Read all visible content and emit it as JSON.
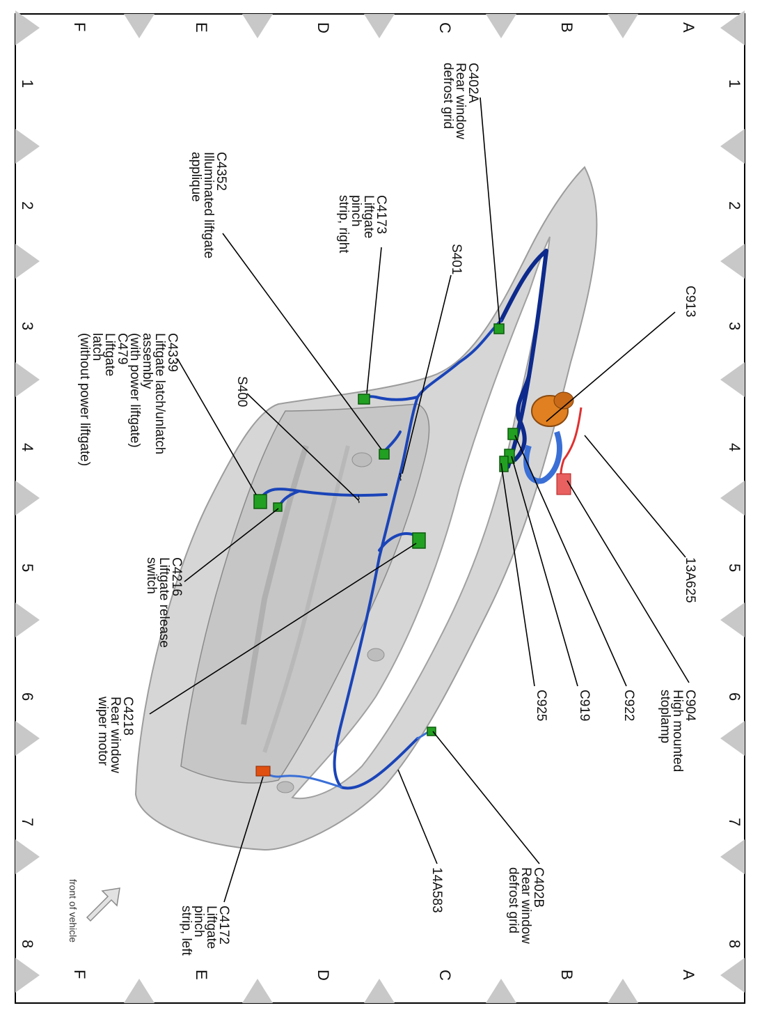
{
  "grid": {
    "rows": [
      "A",
      "B",
      "C",
      "D",
      "E",
      "F"
    ],
    "columns": [
      "1",
      "2",
      "3",
      "4",
      "5",
      "6",
      "7",
      "8"
    ]
  },
  "callouts": {
    "c402a": [
      "C402A",
      "Rear window",
      "defrost grid"
    ],
    "c913": [
      "C913"
    ],
    "s401": [
      "S401"
    ],
    "c4173": [
      "C4173",
      "Liftgate",
      "pinch",
      "strip, right"
    ],
    "c4352": [
      "C4352",
      "Illuminated liftgate",
      "applique"
    ],
    "s400": [
      "S400"
    ],
    "c4339": [
      "C4339",
      "Liftgate latch/unlatch",
      "assembly",
      "(with power liftgate)",
      "C479",
      "Liftgate",
      "latch",
      "(without power liftgate)"
    ],
    "c4216": [
      "C4216",
      "Liftgate release",
      "switch"
    ],
    "c4218": [
      "C4218",
      "Rear window",
      "wiper motor"
    ],
    "c4172": [
      "C4172",
      "Liftgate",
      "pinch",
      "strip, left"
    ],
    "h14a583": [
      "14A583"
    ],
    "c402b": [
      "C402B",
      "Rear window",
      "defrost grid"
    ],
    "c925": [
      "C925"
    ],
    "c919": [
      "C919"
    ],
    "c922": [
      "C922"
    ],
    "c904": [
      "C904",
      "High mounted",
      "stoplamp"
    ],
    "h13a625": [
      "13A625"
    ]
  },
  "orientation": {
    "label": "front of vehicle",
    "icon": "arrow-icon"
  },
  "colors": {
    "harness": "#1a44b8",
    "harness_dark": "#0d2a8c",
    "connector": "#22a022",
    "stoplamp_connector": "#e08020",
    "stoplamp_harness": "#e03030",
    "panel": "#d4d4d4"
  }
}
